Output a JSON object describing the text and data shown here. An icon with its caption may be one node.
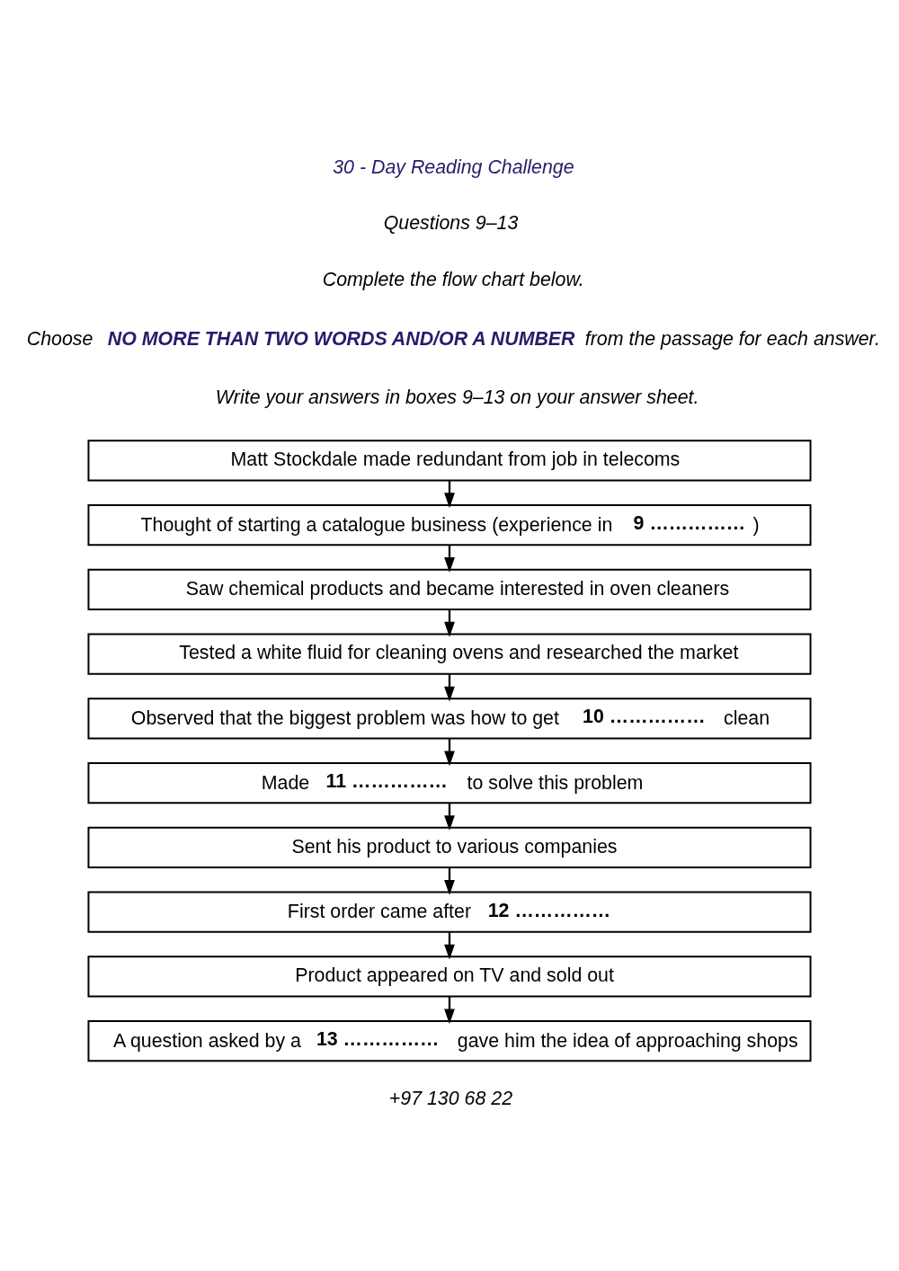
{
  "diagram": {
    "nodes": [
      {
        "text": [
          "Matt Stockdale made redundant from job in telecoms"
        ]
      },
      {
        "text": [
          "Thought of starting a catalogue business (experience in **9 ……………**)"
        ]
      },
      {
        "text": [
          "Saw chemical products and became interested in oven cleaners"
        ]
      },
      {
        "text": [
          "Tested a white fluid for cleaning ovens and researched the market"
        ]
      },
      {
        "text": [
          "Observed that the biggest problem was how to get **10 ……………** clean"
        ]
      },
      {
        "text": [
          "Made **11 ……………** to solve this problem"
        ]
      },
      {
        "text": [
          "Sent his product to various companies"
        ]
      },
      {
        "text": [
          "First order came after **12 ……………**"
        ]
      },
      {
        "text": [
          "Product appeared on TV and sold out"
        ]
      },
      {
        "text": [
          "A question asked by a **13 ……………** gave him the idea of approaching shops"
        ]
      }
    ],
    "edges": [
      {
        "from": 0,
        "to": 1,
        "arrow": "to"
      },
      {
        "from": 1,
        "to": 2,
        "arrow": "to"
      },
      {
        "from": 2,
        "to": 3,
        "arrow": "to"
      },
      {
        "from": 3,
        "to": 4,
        "arrow": "to"
      },
      {
        "from": 4,
        "to": 5,
        "arrow": "to"
      },
      {
        "from": 5,
        "to": 6,
        "arrow": "to"
      },
      {
        "from": 6,
        "to": 7,
        "arrow": "to"
      },
      {
        "from": 7,
        "to": 8,
        "arrow": "to"
      },
      {
        "from": 8,
        "to": 9,
        "arrow": "to"
      }
    ],
    "labels": [
      "30 - Day Reading Challenge",
      "Questions 9–13",
      "Complete the flow chart below.",
      "Choose **NO MORE THAN TWO WORDS AND/OR A NUMBER** from the passage for each answer.",
      "Write your answers in boxes 9–13 on your answer sheet.",
      "+97 130 68 22"
    ]
  }
}
